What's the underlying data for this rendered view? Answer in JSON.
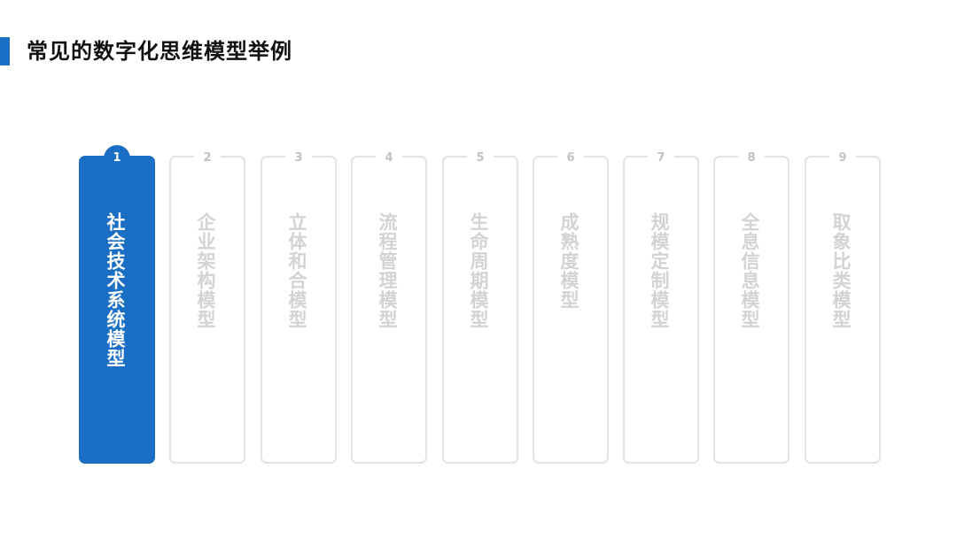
{
  "page": {
    "title": "常见的数字化思维模型举例",
    "accent_color": "#1a6fc4",
    "inactive_border_color": "#e3e3e3",
    "inactive_text_color": "#d3d3d3"
  },
  "cards": [
    {
      "number": "1",
      "label": "社会技术系统模型",
      "active": true
    },
    {
      "number": "2",
      "label": "企业架构模型",
      "active": false
    },
    {
      "number": "3",
      "label": "立体和合模型",
      "active": false
    },
    {
      "number": "4",
      "label": "流程管理模型",
      "active": false
    },
    {
      "number": "5",
      "label": "生命周期模型",
      "active": false
    },
    {
      "number": "6",
      "label": "成熟度模型",
      "active": false
    },
    {
      "number": "7",
      "label": "规模定制模型",
      "active": false
    },
    {
      "number": "8",
      "label": "全息信息模型",
      "active": false
    },
    {
      "number": "9",
      "label": "取象比类模型",
      "active": false
    }
  ]
}
